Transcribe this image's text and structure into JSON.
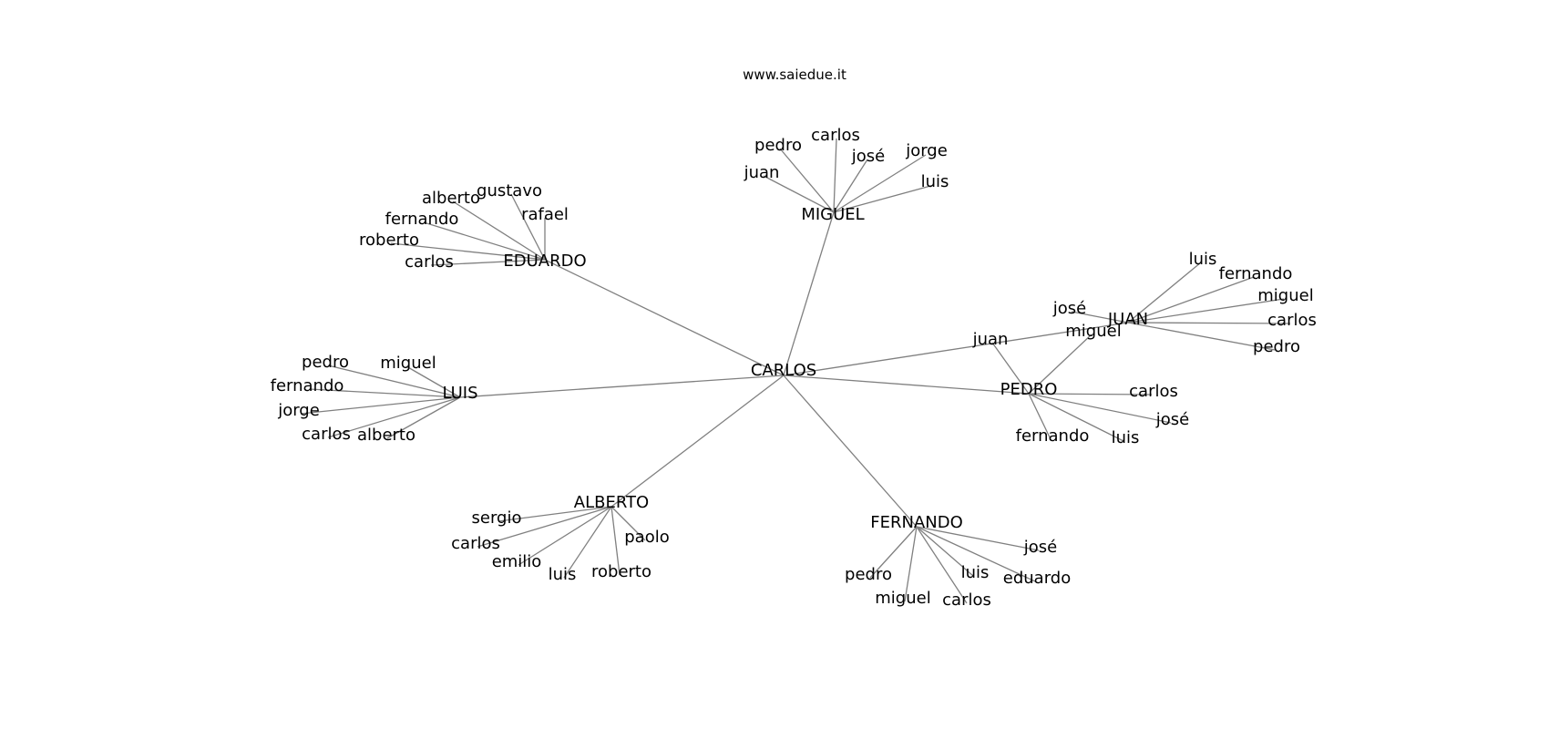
{
  "title": "www.saiedue.it",
  "colors": {
    "edge": "#808080",
    "text": "#000000",
    "background": "#ffffff"
  },
  "nodes": [
    {
      "id": "n0",
      "label": "CARLOS"
    },
    {
      "id": "n1",
      "label": "MIGUEL"
    },
    {
      "id": "n2",
      "label": "pedro"
    },
    {
      "id": "n3",
      "label": "carlos"
    },
    {
      "id": "n4",
      "label": "josé"
    },
    {
      "id": "n5",
      "label": "jorge"
    },
    {
      "id": "n6",
      "label": "juan"
    },
    {
      "id": "n7",
      "label": "luis"
    },
    {
      "id": "n8",
      "label": "EDUARDO"
    },
    {
      "id": "n9",
      "label": "gustavo"
    },
    {
      "id": "n10",
      "label": "alberto"
    },
    {
      "id": "n11",
      "label": "rafael"
    },
    {
      "id": "n12",
      "label": "fernando"
    },
    {
      "id": "n13",
      "label": "roberto"
    },
    {
      "id": "n14",
      "label": "carlos"
    },
    {
      "id": "n15",
      "label": "LUIS"
    },
    {
      "id": "n16",
      "label": "pedro"
    },
    {
      "id": "n17",
      "label": "miguel"
    },
    {
      "id": "n18",
      "label": "fernando"
    },
    {
      "id": "n19",
      "label": "jorge"
    },
    {
      "id": "n20",
      "label": "carlos"
    },
    {
      "id": "n21",
      "label": "alberto"
    },
    {
      "id": "n22",
      "label": "ALBERTO"
    },
    {
      "id": "n23",
      "label": "sergio"
    },
    {
      "id": "n24",
      "label": "carlos"
    },
    {
      "id": "n25",
      "label": "emilio"
    },
    {
      "id": "n26",
      "label": "luis"
    },
    {
      "id": "n27",
      "label": "roberto"
    },
    {
      "id": "n28",
      "label": "paolo"
    },
    {
      "id": "n29",
      "label": "FERNANDO"
    },
    {
      "id": "n30",
      "label": "pedro"
    },
    {
      "id": "n31",
      "label": "miguel"
    },
    {
      "id": "n32",
      "label": "carlos"
    },
    {
      "id": "n33",
      "label": "luis"
    },
    {
      "id": "n34",
      "label": "eduardo"
    },
    {
      "id": "n35",
      "label": "josé"
    },
    {
      "id": "n36",
      "label": "PEDRO"
    },
    {
      "id": "n37",
      "label": "carlos"
    },
    {
      "id": "n38",
      "label": "josé"
    },
    {
      "id": "n39",
      "label": "luis"
    },
    {
      "id": "n40",
      "label": "fernando"
    },
    {
      "id": "n41",
      "label": "juan"
    },
    {
      "id": "n42",
      "label": "miguel"
    },
    {
      "id": "n43",
      "label": "JUAN"
    },
    {
      "id": "n44",
      "label": "josé"
    },
    {
      "id": "n45",
      "label": "luis"
    },
    {
      "id": "n46",
      "label": "fernando"
    },
    {
      "id": "n47",
      "label": "miguel"
    },
    {
      "id": "n48",
      "label": "carlos"
    },
    {
      "id": "n49",
      "label": "pedro"
    }
  ],
  "edges": [
    [
      "n0",
      "n1"
    ],
    [
      "n0",
      "n8"
    ],
    [
      "n0",
      "n15"
    ],
    [
      "n0",
      "n22"
    ],
    [
      "n0",
      "n29"
    ],
    [
      "n0",
      "n36"
    ],
    [
      "n0",
      "n43"
    ],
    [
      "n1",
      "n2"
    ],
    [
      "n1",
      "n3"
    ],
    [
      "n1",
      "n4"
    ],
    [
      "n1",
      "n5"
    ],
    [
      "n1",
      "n6"
    ],
    [
      "n1",
      "n7"
    ],
    [
      "n8",
      "n9"
    ],
    [
      "n8",
      "n10"
    ],
    [
      "n8",
      "n11"
    ],
    [
      "n8",
      "n12"
    ],
    [
      "n8",
      "n13"
    ],
    [
      "n8",
      "n14"
    ],
    [
      "n15",
      "n16"
    ],
    [
      "n15",
      "n17"
    ],
    [
      "n15",
      "n18"
    ],
    [
      "n15",
      "n19"
    ],
    [
      "n15",
      "n20"
    ],
    [
      "n15",
      "n21"
    ],
    [
      "n22",
      "n23"
    ],
    [
      "n22",
      "n24"
    ],
    [
      "n22",
      "n25"
    ],
    [
      "n22",
      "n26"
    ],
    [
      "n22",
      "n27"
    ],
    [
      "n22",
      "n28"
    ],
    [
      "n29",
      "n30"
    ],
    [
      "n29",
      "n31"
    ],
    [
      "n29",
      "n32"
    ],
    [
      "n29",
      "n33"
    ],
    [
      "n29",
      "n34"
    ],
    [
      "n29",
      "n35"
    ],
    [
      "n36",
      "n37"
    ],
    [
      "n36",
      "n38"
    ],
    [
      "n36",
      "n39"
    ],
    [
      "n36",
      "n40"
    ],
    [
      "n36",
      "n41"
    ],
    [
      "n36",
      "n42"
    ],
    [
      "n43",
      "n44"
    ],
    [
      "n43",
      "n45"
    ],
    [
      "n43",
      "n46"
    ],
    [
      "n43",
      "n47"
    ],
    [
      "n43",
      "n48"
    ],
    [
      "n43",
      "n49"
    ]
  ]
}
